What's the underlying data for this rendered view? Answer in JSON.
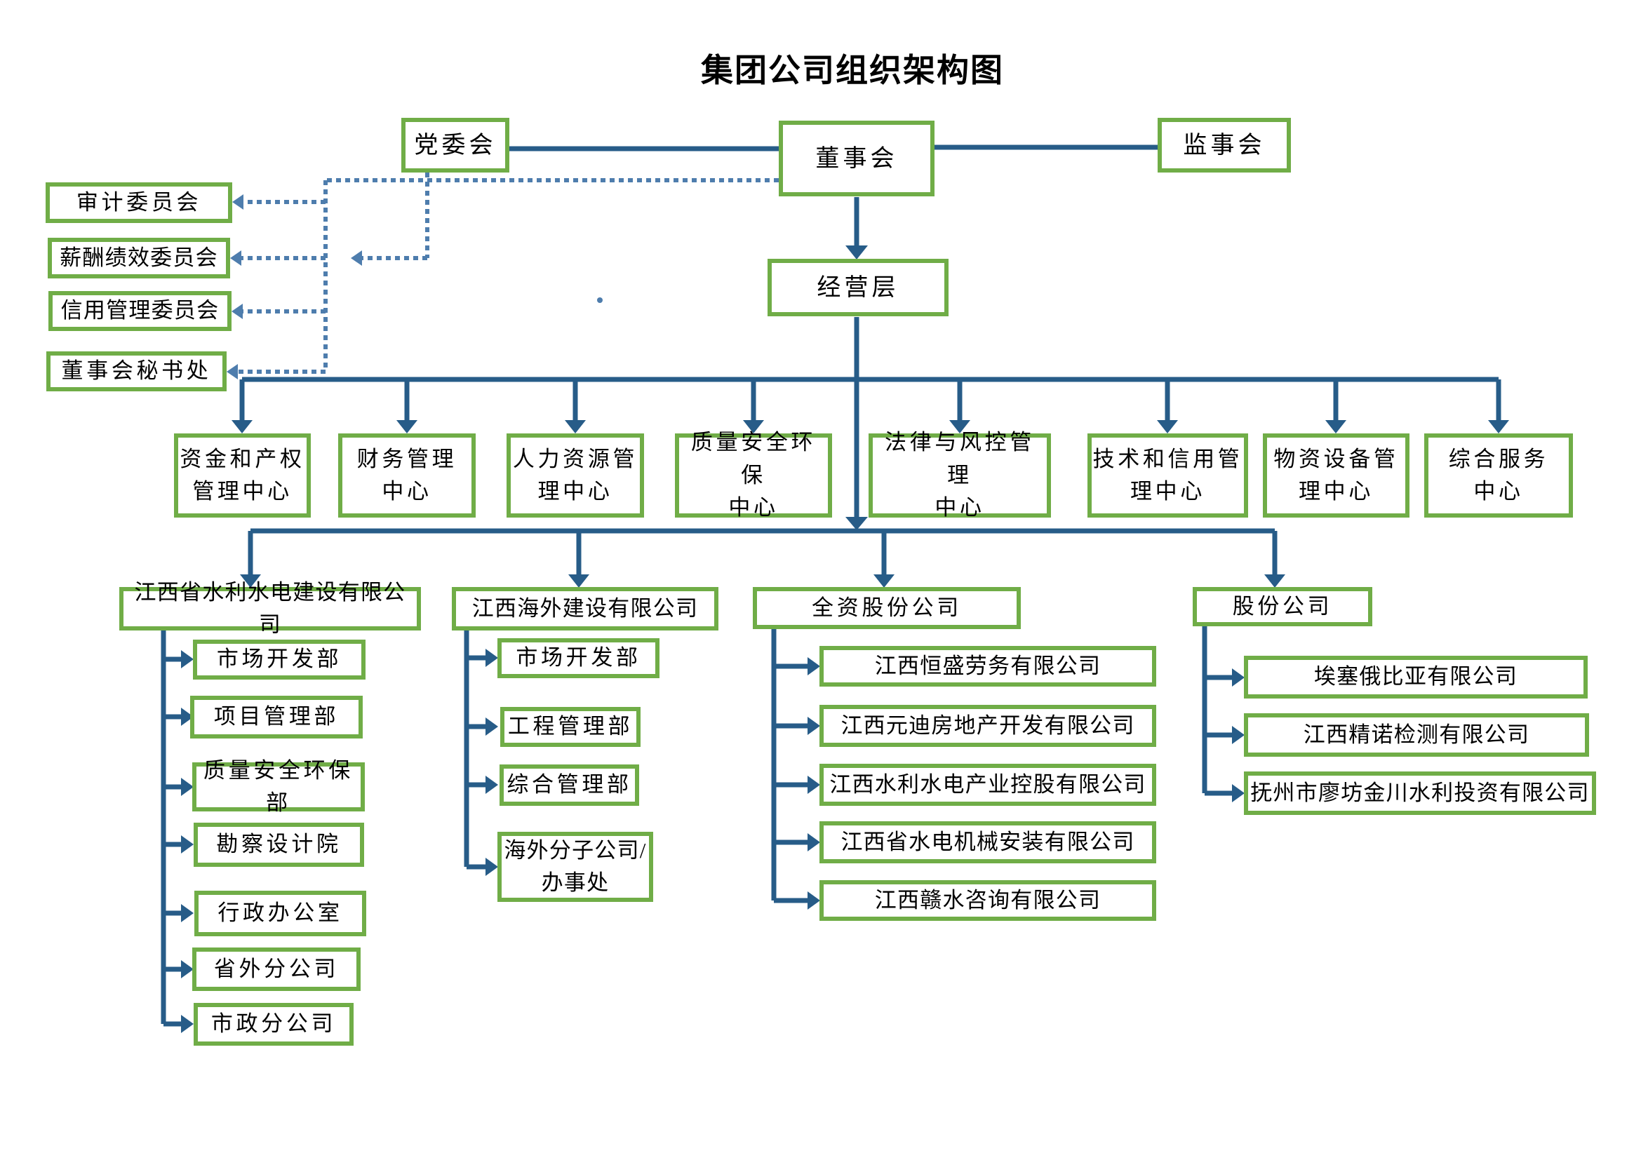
{
  "title": "集团公司组织架构图",
  "top": {
    "party_committee": "党委会",
    "board": "董事会",
    "supervisory_board": "监事会"
  },
  "board_committees": [
    {
      "label": "审计委员会"
    },
    {
      "label": "薪酬绩效委员会"
    },
    {
      "label": "信用管理委员会"
    },
    {
      "label": "董事会秘书处"
    }
  ],
  "management_level": "经营层",
  "centers": [
    {
      "label": "资金和产权\n管理中心"
    },
    {
      "label": "财务管理\n中心"
    },
    {
      "label": "人力资源管\n理中心"
    },
    {
      "label": "质量安全环保\n中心"
    },
    {
      "label": "法律与风控管理\n中心"
    },
    {
      "label": "技术和信用管\n理中心"
    },
    {
      "label": "物资设备管\n理中心"
    },
    {
      "label": "综合服务\n中心"
    }
  ],
  "subsidiaries": [
    {
      "name": "江西省水利水电建设有限公司",
      "departments": [
        "市场开发部",
        "项目管理部",
        "质量安全环保部",
        "勘察设计院",
        "行政办公室",
        "省外分公司",
        "市政分公司"
      ]
    },
    {
      "name": "江西海外建设有限公司",
      "departments": [
        "市场开发部",
        "工程管理部",
        "综合管理部",
        "海外分子公司/\n办事处"
      ]
    },
    {
      "name": "全资股份公司",
      "departments": [
        "江西恒盛劳务有限公司",
        "江西元迪房地产开发有限公司",
        "江西水利水电产业控股有限公司",
        "江西省水电机械安装有限公司",
        "江西赣水咨询有限公司"
      ]
    },
    {
      "name": "股份公司",
      "departments": [
        "埃塞俄比亚有限公司",
        "江西精诺检测有限公司",
        "抚州市廖坊金川水利投资有限公司"
      ]
    }
  ],
  "colors": {
    "box_border": "#70AD47",
    "solid_line": "#275C88",
    "dotted_line": "#4E7DAD",
    "text": "#000000",
    "background": "#FFFFFF"
  }
}
